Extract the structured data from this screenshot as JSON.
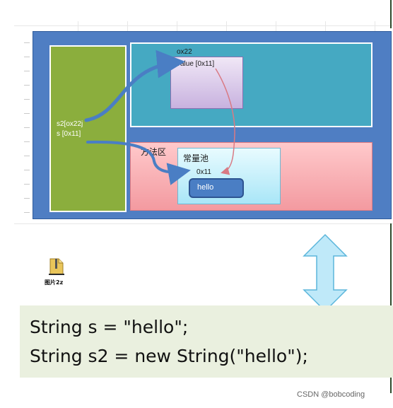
{
  "diagram": {
    "heap": {
      "object_address": "ox22",
      "object_field": "value [0x11]"
    },
    "stack": {
      "var_s2": "s2[ox22j",
      "var_s": "s [0x11]"
    },
    "method_area": {
      "label": "方法区",
      "constant_pool": {
        "label": "常量池",
        "address": "0x11",
        "value": "hello"
      }
    }
  },
  "file_icon": {
    "label": "图片2z"
  },
  "code": {
    "line1": "String s = \"hello\";",
    "line2": "String s2 = new String(\"hello\");"
  },
  "watermark": "CSDN @bobcoding",
  "colors": {
    "outer_frame": "#4f7ec3",
    "stack": "#8bae3d",
    "heap": "#45a9c2",
    "method_area": "#f39aa0",
    "arrow": "#4a7ec4",
    "pointer_line": "#d97a84",
    "double_arrow": "#bfe9f9"
  }
}
